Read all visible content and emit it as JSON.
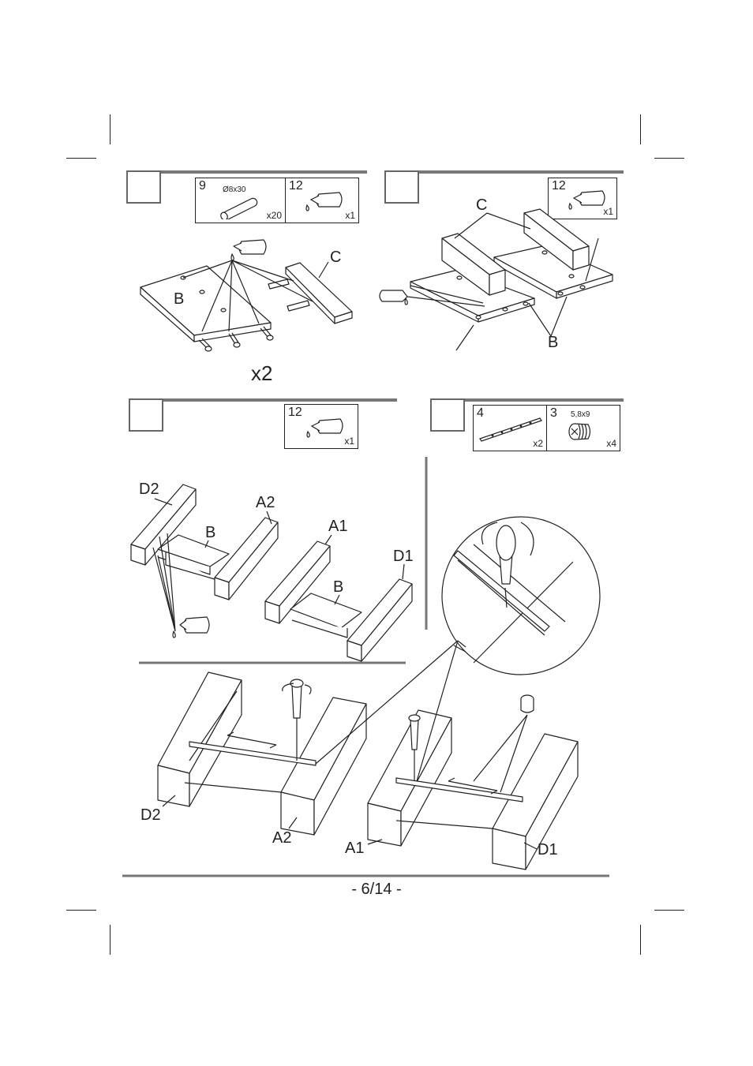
{
  "page_number": "- 6/14 -",
  "step1": {
    "parts": [
      {
        "number": "9",
        "spec": "Ø8x30",
        "qty": "x20",
        "icon": "dowel-icon"
      },
      {
        "number": "12",
        "qty": "x1",
        "icon": "glue-bottle-icon"
      }
    ],
    "labels": {
      "b": "B",
      "c": "C"
    },
    "multiplier": "x2"
  },
  "step2": {
    "parts": [
      {
        "number": "12",
        "qty": "x1",
        "icon": "glue-bottle-icon"
      }
    ],
    "labels": {
      "c": "C",
      "b": "B"
    }
  },
  "step3": {
    "parts": [
      {
        "number": "12",
        "qty": "x1",
        "icon": "glue-bottle-icon"
      }
    ],
    "labels": {
      "d2": "D2",
      "a2": "A2",
      "b_left": "B",
      "a1": "A1",
      "d1": "D1",
      "b_right": "B"
    }
  },
  "step4": {
    "parts": [
      {
        "number": "4",
        "qty": "x2",
        "icon": "drawer-rail-icon"
      },
      {
        "number": "3",
        "spec": "5,8x9",
        "qty": "x4",
        "icon": "cam-fitting-icon"
      }
    ],
    "labels": {
      "d2": "D2",
      "a2": "A2",
      "a1": "A1",
      "d1": "D1"
    }
  }
}
